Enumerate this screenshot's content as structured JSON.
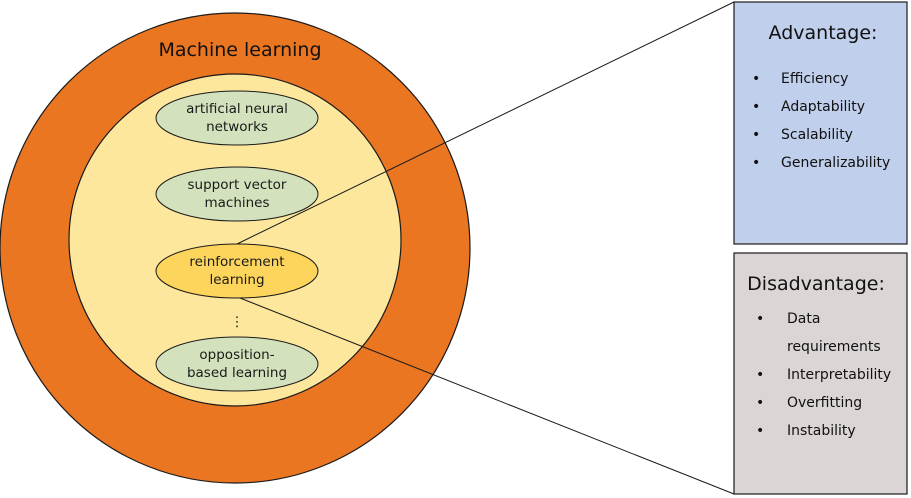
{
  "diagram": {
    "outer_label": "Machine learning",
    "methods": [
      {
        "line1": "artificial neural",
        "line2": "networks"
      },
      {
        "line1": "support vector",
        "line2": "machines"
      },
      {
        "line1": "reinforcement",
        "line2": "learning"
      },
      {
        "line1": "opposition-",
        "line2": "based learning"
      }
    ],
    "ellipsis": "⋮",
    "highlighted_method": "reinforcement learning",
    "colors": {
      "outer_ring": "#ea7622",
      "inner_circle": "#fde79d",
      "method_ellipse": "#d3e2bc",
      "highlight_ellipse": "#fdd55c",
      "advantage_panel": "#c0cfec",
      "disadvantage_panel": "#dbd6d5"
    }
  },
  "advantage": {
    "title": "Advantage:",
    "items": [
      "Efficiency",
      "Adaptability",
      "Scalability",
      "Generalizability"
    ]
  },
  "disadvantage": {
    "title": "Disadvantage:",
    "items": [
      {
        "line1": "Data",
        "line2": "requirements"
      },
      {
        "line1": "Interpretability"
      },
      {
        "line1": "Overfitting"
      },
      {
        "line1": "Instability"
      }
    ]
  },
  "bullet_char": "•"
}
